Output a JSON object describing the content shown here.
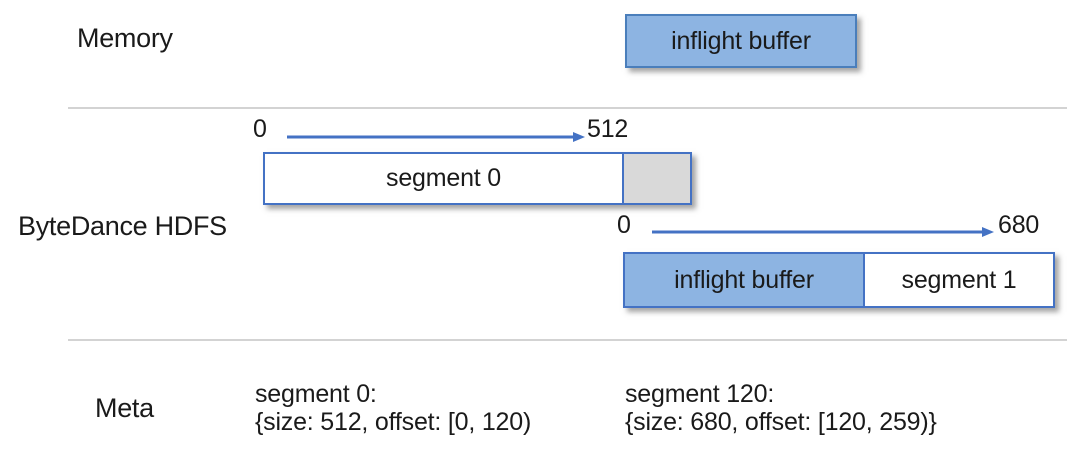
{
  "labels": {
    "memory": "Memory",
    "hdfs": "ByteDance HDFS",
    "meta": "Meta"
  },
  "memory_row": {
    "inflight_buffer": "inflight buffer"
  },
  "hdfs_row": {
    "segment0": {
      "range_start": "0",
      "range_end": "512",
      "name": "segment 0"
    },
    "segment1": {
      "range_start": "0",
      "range_end": "680",
      "inflight_label": "inflight buffer",
      "name": "segment 1"
    }
  },
  "meta_row": {
    "entries": [
      {
        "title": "segment 0:",
        "detail": "{size: 512, offset: [0, 120)"
      },
      {
        "title": "segment 120:",
        "detail": "{size: 680, offset: [120, 259)}"
      }
    ]
  },
  "colors": {
    "buffer_fill": "#8DB4E2",
    "buffer_border": "#4A7EBB",
    "segment_border": "#4472C4",
    "gray_fill": "#D9D9D9",
    "arrow": "#4472C4",
    "divider": "#D3D3D3",
    "text": "#1A1A1A"
  }
}
